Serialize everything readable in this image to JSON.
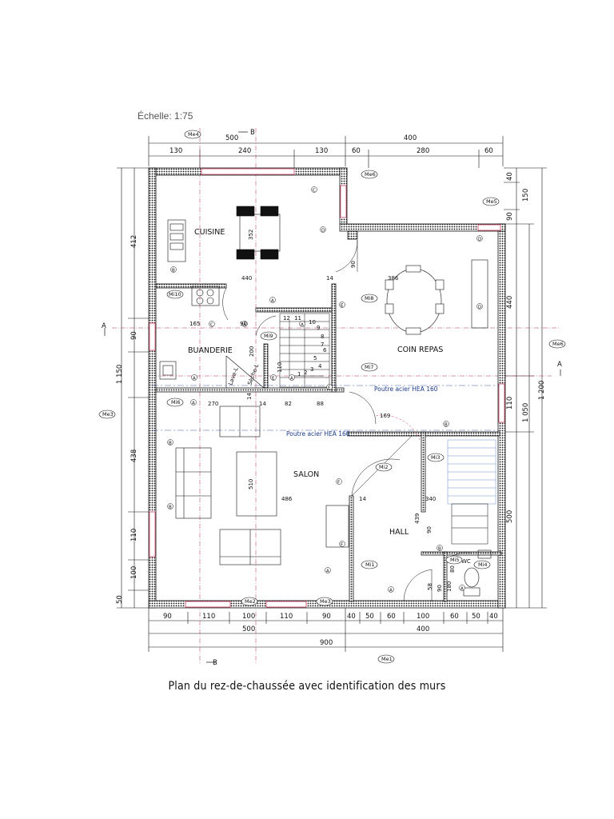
{
  "scale": "Échelle: 1:75",
  "caption": "Plan du rez-de-chaussée avec identification des murs",
  "rooms": {
    "cuisine": "CUISINE",
    "coin_repas": "COIN REPAS",
    "buanderie": "BUANDERIE",
    "salon": "SALON",
    "hall": "HALL",
    "wc": "WC"
  },
  "section_marks": {
    "b_top": "B",
    "b_bottom": "B",
    "a_left": "A",
    "a_right": "A"
  },
  "beams": {
    "upper": "Poutre acier HEA 160",
    "lower": "Poutre acier HEA 160"
  },
  "appliances": {
    "lave": "Lave-L",
    "seche": "Sèche-L"
  },
  "wall_tags": {
    "me1": "Me1",
    "me2": "Me2",
    "me3": "Me3",
    "me4": "Me4",
    "me5": "Me5",
    "me6": "Me6",
    "me6b": "Me6",
    "me3b": "Me3",
    "mi1": "Mi1",
    "mi2": "Mi2",
    "mi3": "Mi3",
    "mi4": "Mi4",
    "mi5": "Mi5",
    "mi6": "Mi6",
    "mi7": "Mi7",
    "mi8": "Mi8",
    "mi9": "Mi9",
    "mi10": "Mi10"
  },
  "dims": {
    "top_total_left": "500",
    "top_total_right": "400",
    "top_130a": "130",
    "top_240": "240",
    "top_130b": "130",
    "top_60a": "60",
    "top_280": "280",
    "top_60b": "60",
    "bot_90a": "90",
    "bot_110a": "110",
    "bot_100a": "100",
    "bot_110b": "110",
    "bot_90b": "90",
    "bot_40a": "40",
    "bot_50a": "50",
    "bot_60a": "60",
    "bot_100b": "100",
    "bot_60b": "60",
    "bot_50b": "50",
    "bot_40b": "40",
    "bot_500": "500",
    "bot_400": "400",
    "bot_900": "900",
    "left_412": "412",
    "left_1150": "1 150",
    "left_90": "90",
    "left_438": "438",
    "left_110": "110",
    "left_100": "100",
    "left_50": "50",
    "right_40": "40",
    "right_150": "150",
    "right_90": "90",
    "right_440": "440",
    "right_1200": "1 200",
    "right_1050": "1 050",
    "right_110": "110",
    "right_500": "500",
    "in_352": "352",
    "in_440": "440",
    "in_90a": "90",
    "in_14": "14",
    "in_386": "386",
    "in_165": "165",
    "in_90b": "90",
    "in_200": "200",
    "in_110": "110",
    "in_270": "270",
    "in_82": "82",
    "in_88": "88",
    "in_14b": "14",
    "in_14c": "14",
    "in_169": "169",
    "in_486": "486",
    "in_510": "510",
    "in_14d": "14",
    "in_340": "340",
    "in_439": "439",
    "in_90c": "90",
    "in_80": "80",
    "in_58": "58",
    "in_90d": "90",
    "in_180": "180"
  },
  "markers": [
    "A",
    "B",
    "C",
    "D",
    "E",
    "F"
  ],
  "stairs": [
    "1",
    "2",
    "3",
    "4",
    "5",
    "6",
    "7",
    "8",
    "9",
    "10",
    "11",
    "12"
  ]
}
